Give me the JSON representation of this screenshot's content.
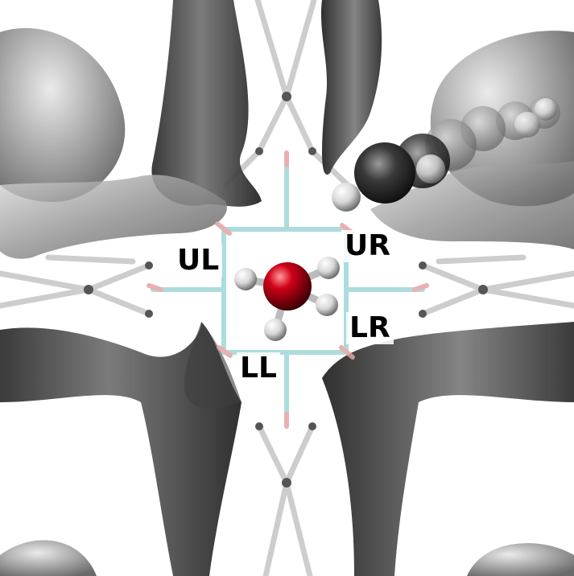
{
  "labels": {
    "ul": "UL",
    "ur": "UR",
    "ll": "LL",
    "lr": "LR"
  },
  "colors": {
    "background": "#ffffff",
    "surface_dark": "#3c3c3c",
    "surface_light": "#9a9a9a",
    "oxygen": "#c00010",
    "hydrogen": "#e8e8e8",
    "carbon": "#2a2a2a",
    "framework_bond_cyan": "#8fd0d2",
    "framework_bond_red": "#e6a0a0"
  }
}
